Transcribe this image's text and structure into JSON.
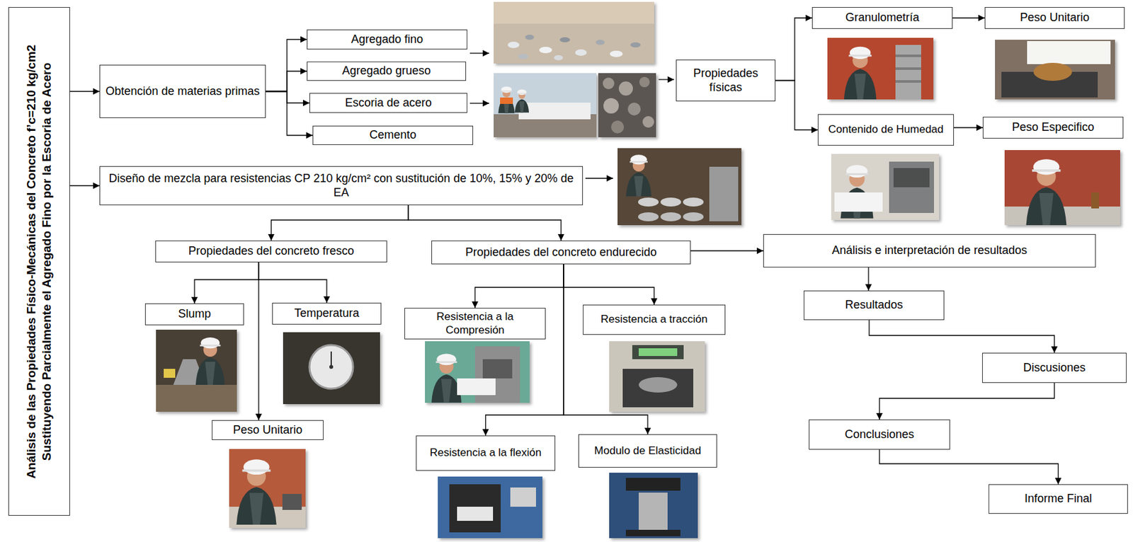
{
  "diagram": {
    "nodes": [
      {
        "text": [
          "Análisis de las Propiedades Físico-Mecánicas del Concreto f’c=210 kg/cm2 Sustituyendo Parcialmente el Agregado Fino por la Escoria de Acero"
        ]
      },
      {
        "text": [
          "Obtención de materias primas"
        ]
      },
      {
        "text": [
          "Agregado fino"
        ]
      },
      {
        "text": [
          "Agregado grueso"
        ]
      },
      {
        "text": [
          "Escoria de acero"
        ]
      },
      {
        "text": [
          "Cemento"
        ]
      },
      {
        "text": [
          "Propiedades físicas"
        ]
      },
      {
        "text": [
          "Granulometría"
        ]
      },
      {
        "text": [
          "Peso Unitario"
        ]
      },
      {
        "text": [
          "Contenido de Humedad"
        ]
      },
      {
        "text": [
          "Peso Especifico"
        ]
      },
      {
        "text": [
          "Diseño de mezcla para resistencias CP 210 kg/cm² con sustitución de 10%, 15% y 20% de EA"
        ]
      },
      {
        "text": [
          "Propiedades del concreto fresco"
        ]
      },
      {
        "text": [
          "Propiedades del concreto endurecido"
        ]
      },
      {
        "text": [
          "Análisis e interpretación de resultados"
        ]
      },
      {
        "text": [
          "Slump"
        ]
      },
      {
        "text": [
          "Temperatura"
        ]
      },
      {
        "text": [
          "Peso Unitario"
        ]
      },
      {
        "text": [
          "Resistencia a la Compresión"
        ]
      },
      {
        "text": [
          "Resistencia a tracción"
        ]
      },
      {
        "text": [
          "Resistencia a la flexión"
        ]
      },
      {
        "text": [
          "Modulo de Elasticidad"
        ]
      },
      {
        "text": [
          "Resultados"
        ]
      },
      {
        "text": [
          "Discusiones"
        ]
      },
      {
        "text": [
          "Conclusiones"
        ]
      },
      {
        "text": [
          "Informe Final"
        ]
      }
    ],
    "edges": [
      {
        "from": 0,
        "to": 1,
        "arrow": "to"
      },
      {
        "from": 0,
        "to": 11,
        "arrow": "to"
      },
      {
        "from": 1,
        "to": 2,
        "arrow": "to"
      },
      {
        "from": 1,
        "to": 3,
        "arrow": "to"
      },
      {
        "from": 1,
        "to": 4,
        "arrow": "to"
      },
      {
        "from": 1,
        "to": 5,
        "arrow": "to"
      },
      {
        "from": 6,
        "to": 7,
        "arrow": "to"
      },
      {
        "from": 6,
        "to": 9,
        "arrow": "to"
      },
      {
        "from": 7,
        "to": 8,
        "arrow": "to"
      },
      {
        "from": 9,
        "to": 10,
        "arrow": "to"
      },
      {
        "from": 11,
        "to": 12,
        "arrow": "to"
      },
      {
        "from": 11,
        "to": 13,
        "arrow": "to"
      },
      {
        "from": 12,
        "to": 15,
        "arrow": "to"
      },
      {
        "from": 12,
        "to": 16,
        "arrow": "to"
      },
      {
        "from": 12,
        "to": 17,
        "arrow": "to"
      },
      {
        "from": 13,
        "to": 18,
        "arrow": "to"
      },
      {
        "from": 13,
        "to": 19,
        "arrow": "to"
      },
      {
        "from": 13,
        "to": 20,
        "arrow": "to"
      },
      {
        "from": 13,
        "to": 21,
        "arrow": "to"
      },
      {
        "from": 13,
        "to": 14,
        "arrow": "to"
      },
      {
        "from": 14,
        "to": 22,
        "arrow": "to"
      },
      {
        "from": 22,
        "to": 23,
        "arrow": "to"
      },
      {
        "from": 23,
        "to": 24,
        "arrow": "to"
      },
      {
        "from": 24,
        "to": 25,
        "arrow": "to"
      }
    ]
  }
}
